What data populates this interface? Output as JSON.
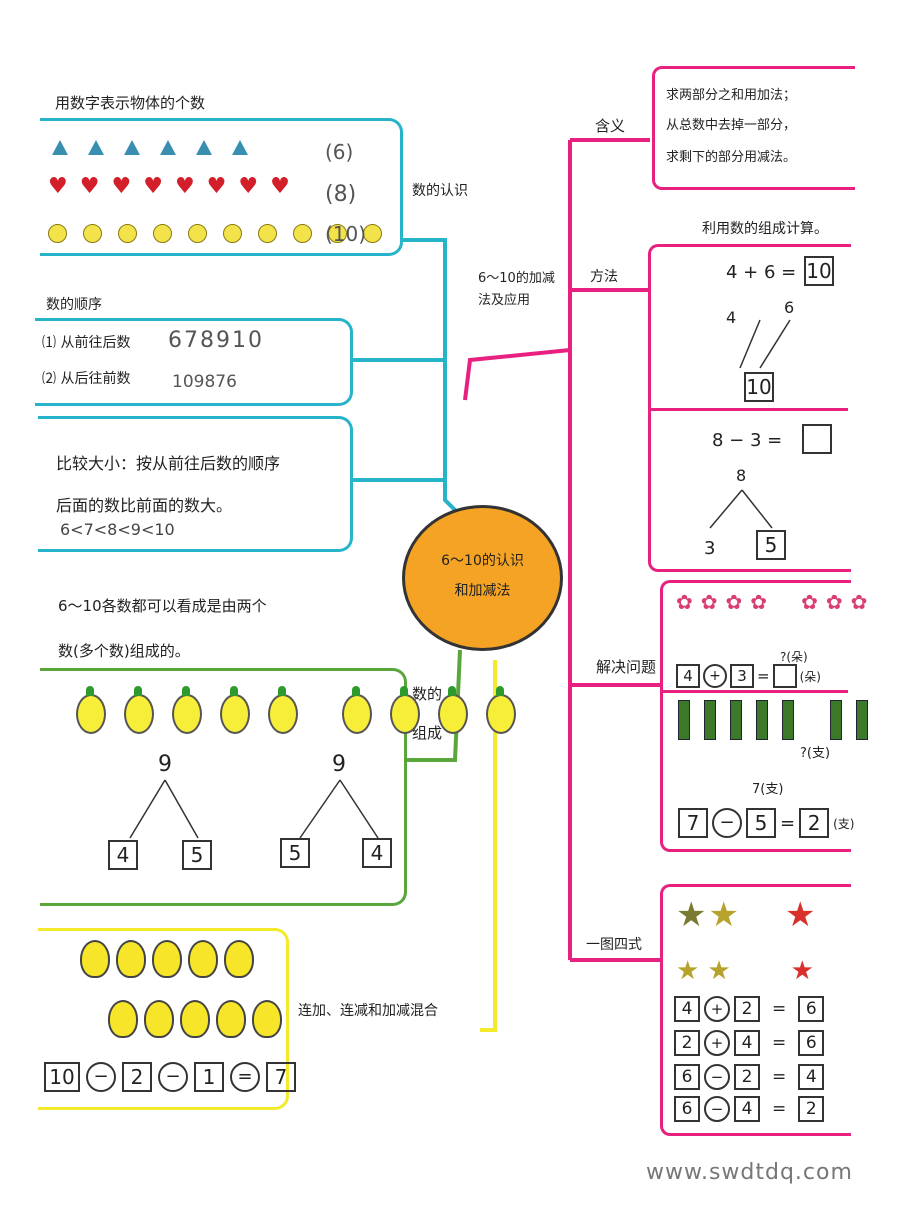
{
  "center": {
    "line1": "6～10的认识",
    "line2": "和加减法"
  },
  "left": {
    "recognition": {
      "heading": "用数字表示物体的个数",
      "label": "数的认识",
      "counts": [
        "(6)",
        "(8)",
        "(10)"
      ]
    },
    "order": {
      "heading": "数的顺序",
      "row1_label": "⑴ 从前往后数",
      "row1_value": "678910",
      "row2_label": "⑵ 从后往前数",
      "row2_value": "109876"
    },
    "compare": {
      "line1": "比较大小：按从前往后数的顺序",
      "line2": "后面的数比前面的数大。",
      "line3": "6<7<8<9<10"
    },
    "composition": {
      "intro1": "6～10各数都可以看成是由两个",
      "intro2": "数(多个数)组成的。",
      "label1": "数的",
      "label2": "组成",
      "left_top": "9",
      "left_a": "4",
      "left_b": "5",
      "right_top": "9",
      "right_a": "5",
      "right_b": "4"
    },
    "mixed": {
      "label": "连加、连减和加减混合",
      "eq": [
        "10",
        "−",
        "2",
        "−",
        "1",
        "=",
        "7"
      ]
    }
  },
  "right": {
    "branch": "6～10的加减法及应用",
    "meaning": {
      "label": "含义",
      "text1": "求两部分之和用加法；",
      "text2": "从总数中去掉一部分，",
      "text3": "求剩下的部分用减法。"
    },
    "method": {
      "label": "方法",
      "note": "利用数的组成计算。",
      "eq1_left": "4 + 6 =",
      "eq1_box": "10",
      "tree1_a": "4",
      "tree1_b": "6",
      "tree1_box": "10",
      "eq2_left": "8 − 3 =",
      "eq2_box": "",
      "tree2_top": "8",
      "tree2_a": "3",
      "tree2_box": "5"
    },
    "problem": {
      "label": "解决问题",
      "q1_total": "?(朵)",
      "q1_eq": [
        "4",
        "+",
        "3",
        "=",
        "",
        "(朵)"
      ],
      "q2_q": "?(支)",
      "q2_total": "7(支)",
      "q2_eq": [
        "7",
        "−",
        "5",
        "=",
        "2",
        "(支)"
      ]
    },
    "multi": {
      "label": "一图四式",
      "eqs": [
        [
          "4",
          "+",
          "2",
          "=",
          "6"
        ],
        [
          "2",
          "+",
          "4",
          "=",
          "6"
        ],
        [
          "6",
          "−",
          "2",
          "=",
          "4"
        ],
        [
          "6",
          "−",
          "4",
          "=",
          "2"
        ]
      ]
    }
  },
  "watermark": "www.swdtdq.com",
  "colors": {
    "cyan": "#27b3c9",
    "green": "#5aa63a",
    "yellow": "#f2ea2b",
    "magenta": "#e8207f",
    "orange": "#f4a324"
  }
}
